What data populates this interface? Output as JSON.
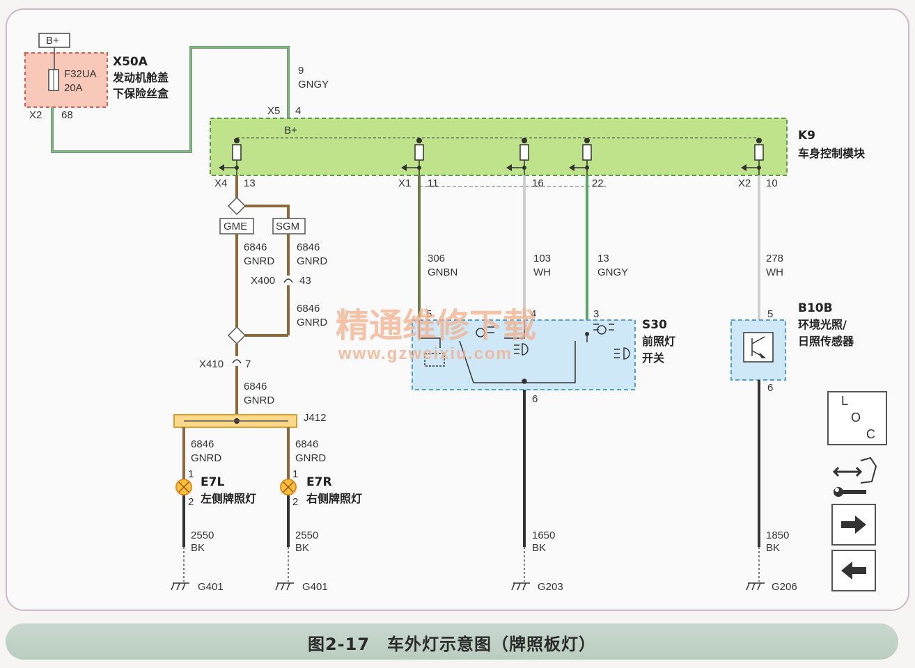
{
  "watermark": {
    "cn": "精通维修下载",
    "url": "www.gzweixiu.com"
  },
  "caption": "图2-17　车外灯示意图（牌照板灯）",
  "fusebox": {
    "bplus": "B+",
    "name": "X50A",
    "desc1": "发动机舱盖",
    "desc2": "下保险丝盒",
    "fuse": "F32UA",
    "amp": "20A",
    "conn": "X2",
    "pin": "68"
  },
  "wire_top": {
    "pin": "9",
    "color": "GNGY",
    "conn": "X5",
    "conn_pin": "4"
  },
  "bcm": {
    "name": "K9",
    "desc": "车身控制模块",
    "bplus": "B+",
    "pins": [
      {
        "conn": "X4",
        "pin": "13"
      },
      {
        "conn": "X1",
        "pin": "11"
      },
      {
        "conn": "",
        "pin": "16"
      },
      {
        "conn": "",
        "pin": "22"
      },
      {
        "conn": "X2",
        "pin": "10"
      }
    ]
  },
  "splices": {
    "gme": "GME",
    "sgm": "SGM"
  },
  "wires": {
    "w6846": "6846",
    "gnrd": "GNRD",
    "x400": "X400",
    "x400pin": "43",
    "x410": "X410",
    "x410pin": "7",
    "j412": "J412",
    "w306": "306",
    "gnbn": "GNBN",
    "w103": "103",
    "wh": "WH",
    "w13": "13",
    "gngy": "GNGY",
    "w278": "278",
    "wh2": "WH"
  },
  "lamps": {
    "left": {
      "name": "E7L",
      "desc": "左侧牌照灯",
      "p1": "1",
      "p2": "2",
      "wire": "2550",
      "color": "BK",
      "ground": "G401"
    },
    "right": {
      "name": "E7R",
      "desc": "右侧牌照灯",
      "p1": "1",
      "p2": "2",
      "wire": "2550",
      "color": "BK",
      "ground": "G401"
    }
  },
  "switch": {
    "name": "S30",
    "desc1": "前照灯",
    "desc2": "开关",
    "p5": "5",
    "p4": "4",
    "p3": "3",
    "p6": "6",
    "wire": "1650",
    "color": "BK",
    "ground": "G203"
  },
  "sensor": {
    "name": "B10B",
    "desc1": "环境光照/",
    "desc2": "日照传感器",
    "p5": "5",
    "p6": "6",
    "wire": "1850",
    "color": "BK",
    "ground": "G206"
  },
  "loc": {
    "l": "L",
    "o": "O",
    "c": "C"
  },
  "colors": {
    "green": "#5aa56a",
    "gnrd": "#8a6a3a",
    "brown": "#7a5a3a",
    "white": "#cfcfcf",
    "black": "#333333",
    "bcm_fill": "#bfe38a",
    "fuse_fill": "#f8c8b8",
    "switch_fill": "#cfe8f7",
    "orange": "#f0a030"
  }
}
